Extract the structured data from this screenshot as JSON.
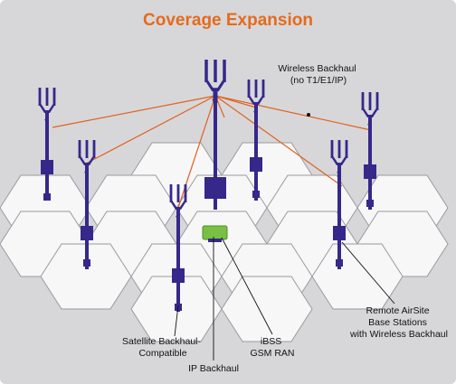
{
  "title": "Coverage Expansion",
  "labels": {
    "wireless_backhaul": [
      "Wireless Backhaul",
      "(no T1/E1/IP)"
    ],
    "satellite_backhaul": [
      "Satellite Backhaul-",
      "Compatible"
    ],
    "ip_backhaul": [
      "IP Backhaul"
    ],
    "ibss": [
      "iBSS",
      "GSM RAN"
    ],
    "remote_airsite": [
      "Remote AirSite",
      "Base Stations",
      "with Wireless Backhaul"
    ]
  },
  "colors": {
    "title": "#e56a1c",
    "background": "#d7d7d9",
    "hex_fill": "#f7f7f7",
    "hex_stroke": "#9a9aa0",
    "tower": "#35288a",
    "link": "#e0621f",
    "ibss": "#77c043"
  }
}
